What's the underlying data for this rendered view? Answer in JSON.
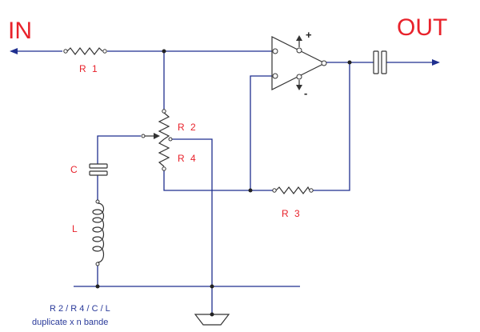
{
  "labels": {
    "in": "IN",
    "out": "OUT",
    "r1": "R 1",
    "r2": "R 2",
    "r4": "R 4",
    "r3": "R 3",
    "c": "C",
    "l": "L",
    "plus": "+",
    "minus": "-"
  },
  "note": {
    "line1": "R 2 / R 4 / C / L",
    "line2": "duplicate x n bande"
  },
  "colors": {
    "wire": "#1f2f8f",
    "io_text": "#e8222b",
    "component_label": "#e8222b",
    "note_text": "#2a3a9a"
  }
}
